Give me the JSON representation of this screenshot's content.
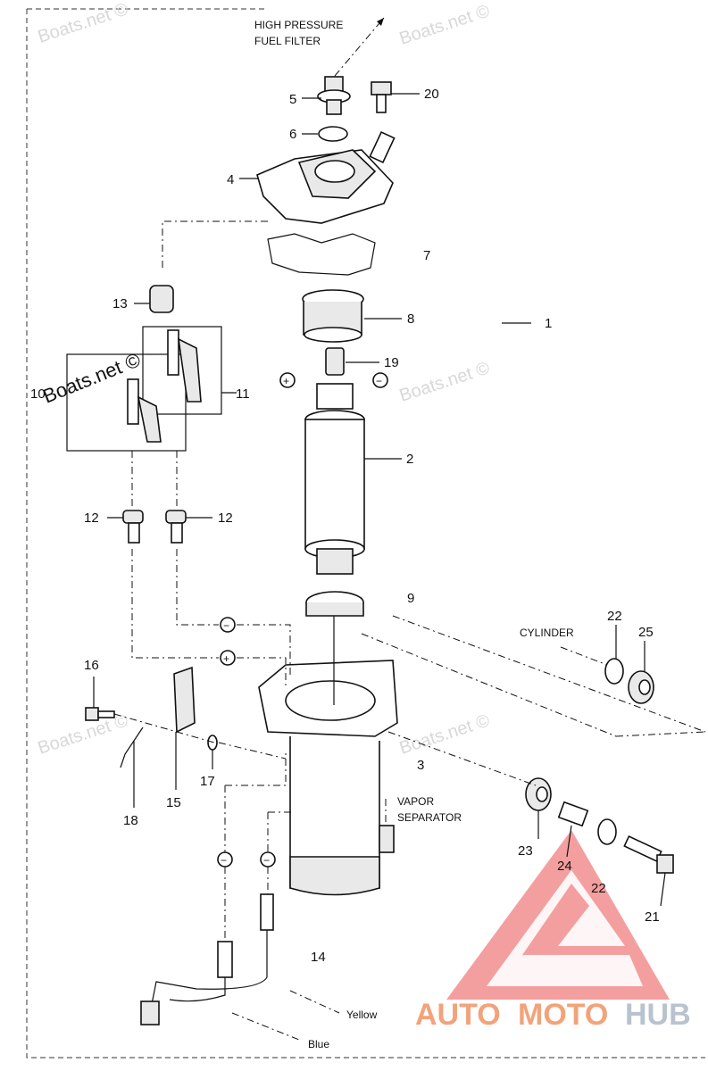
{
  "callouts": {
    "high_pressure_line1": "HIGH PRESSURE",
    "high_pressure_line2": "FUEL  FILTER",
    "cylinder": "CYLINDER",
    "vapor_line1": "VAPOR",
    "vapor_line2": "SEPARATOR",
    "yellow": "Yellow",
    "blue": "Blue",
    "plus_symbol": "+",
    "minus_symbol": "−"
  },
  "part_numbers": {
    "p1": "1",
    "p2": "2",
    "p3": "3",
    "p4": "4",
    "p5": "5",
    "p6": "6",
    "p7": "7",
    "p8": "8",
    "p9": "9",
    "p10": "10",
    "p11": "11",
    "p12a": "12",
    "p12b": "12",
    "p13": "13",
    "p14": "14",
    "p15": "15",
    "p16": "16",
    "p17": "17",
    "p18": "18",
    "p19": "19",
    "p20": "20",
    "p21": "21",
    "p22a": "22",
    "p22b": "22",
    "p23": "23",
    "p24": "24",
    "p25": "25"
  },
  "watermarks": {
    "boats_net": "Boats.net ©",
    "boats_net_dark": "Boats.net ©",
    "brand_auto": "AUTO",
    "brand_moto": "MOTO",
    "brand_hub": "HUB"
  },
  "colors": {
    "logo_triangle": "#f07f7f",
    "logo_auto_moto": "#f2a37a",
    "logo_hub": "#b9c3cf",
    "line": "#111111"
  }
}
